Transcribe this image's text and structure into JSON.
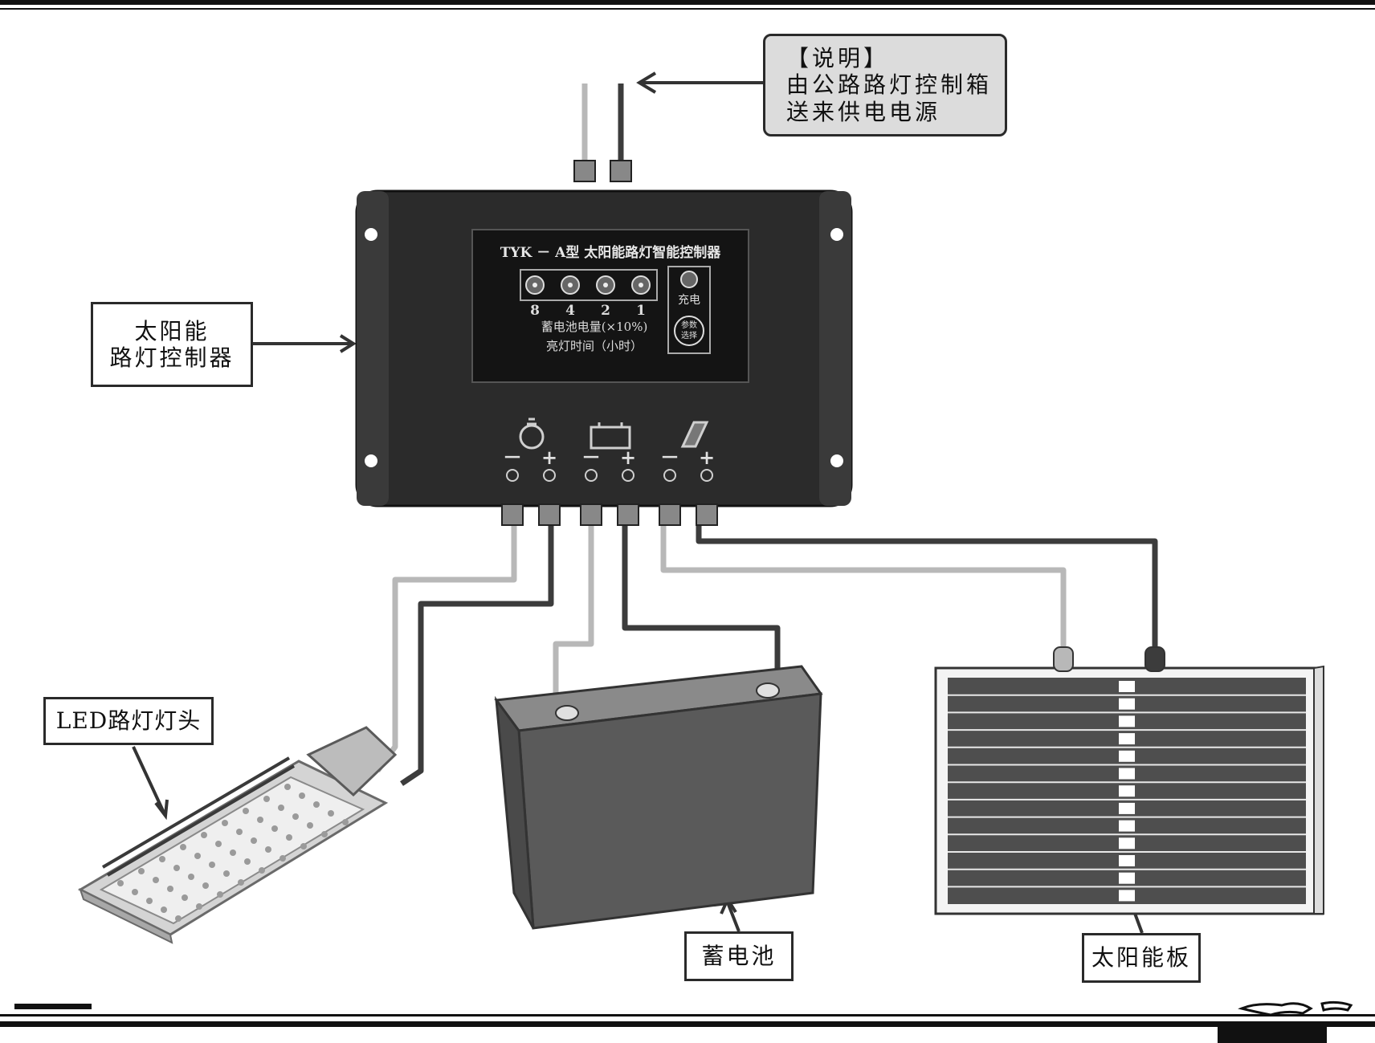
{
  "callouts": {
    "note": {
      "title": "【说明】",
      "line1": "由公路路灯控制箱",
      "line2": "送来供电电源"
    },
    "controller": {
      "line1": "太阳能",
      "line2": "路灯控制器"
    },
    "led_head": {
      "text": "LED路灯灯头"
    },
    "battery": {
      "text": "蓄电池"
    },
    "solar_panel": {
      "text": "太阳能板"
    }
  },
  "controller_panel": {
    "title": "TYK － A型 太阳能路灯智能控制器",
    "indicator_values": [
      "8",
      "4",
      "2",
      "1"
    ],
    "charge_label": "充电",
    "param_button": [
      "参数",
      "选择"
    ],
    "line1": "蓄电池电量(×10%)",
    "line2": "亮灯时间（小时）"
  },
  "terminal_signs": [
    "－",
    "+",
    "－",
    "+",
    "－",
    "+"
  ],
  "icons": [
    "lamp-icon",
    "battery-icon",
    "solar-panel-icon"
  ],
  "colors": {
    "wire_positive": "#b8b8b8",
    "wire_negative": "#3c3c3c",
    "controller_body": "#2b2b2b",
    "display": "#141414",
    "battery_body": "#5a5a5a",
    "panel_cell": "#4e4e4e"
  }
}
